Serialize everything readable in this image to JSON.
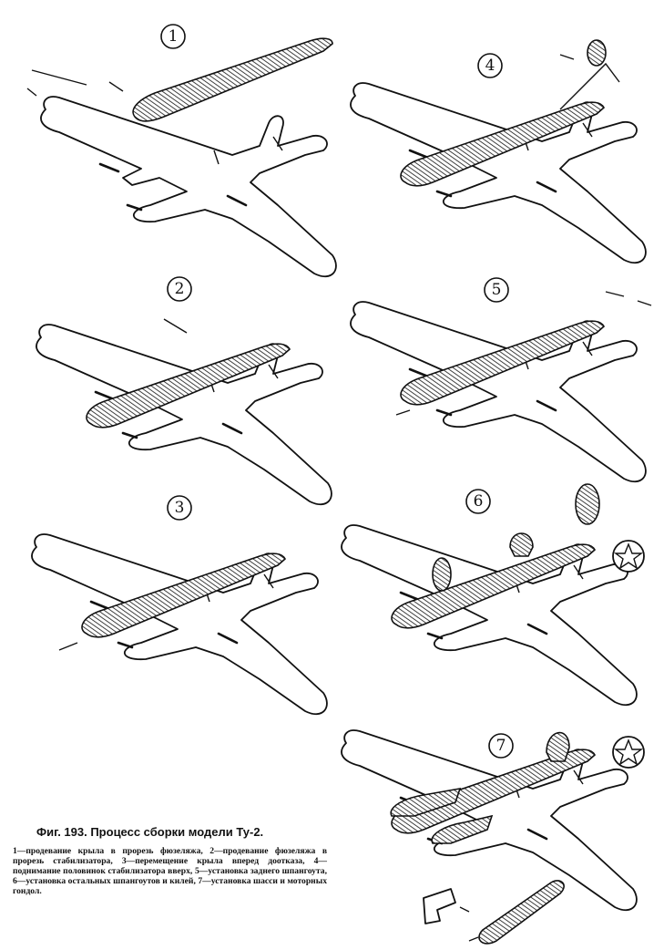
{
  "figure": {
    "title": "Фиг. 193. Процесс сборки модели Ту-2.",
    "caption": "1—продевание крыла в прорезь фюзеляжа, 2—продевание фюзеляжа в прорезь стабилизатора, 3—перемещение крыла вперед доотказа, 4—поднимание половинок стабилизатора вверх, 5—установка заднего шпангоута, 6—установка остальных шпангоутов и килей, 7—установка шасси и моторных гондол."
  },
  "steps": [
    {
      "number": "1"
    },
    {
      "number": "2"
    },
    {
      "number": "3"
    },
    {
      "number": "4"
    },
    {
      "number": "5"
    },
    {
      "number": "6"
    },
    {
      "number": "7"
    }
  ]
}
